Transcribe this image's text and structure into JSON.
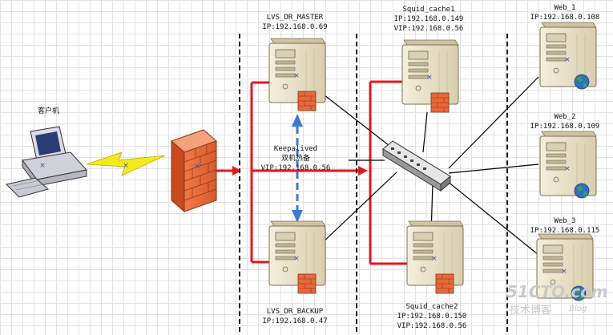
{
  "client": {
    "label": "客户机"
  },
  "lvs_master": {
    "name": "LVS_DR_MASTER",
    "ip": "IP:192.168.0.69"
  },
  "lvs_backup": {
    "name": "LVS_DR_BACKUP",
    "ip": "IP:192.168.0.47"
  },
  "keepalived": {
    "line1": "Keepalived",
    "line2": "双机热备",
    "vip": "VIP:192.168.0.56"
  },
  "squid1": {
    "name": "Squid_cache1",
    "ip": "IP:192.168.0.149",
    "vip": "VIP:192.168.0.56"
  },
  "squid2": {
    "name": "Squid_cache2",
    "ip": "IP:192.168.0.150",
    "vip": "VIP:192.168.0.56"
  },
  "web1": {
    "name": "Web_1",
    "ip": "IP:192.168.0.108"
  },
  "web2": {
    "name": "Web_2",
    "ip": "IP:192.168.0.109"
  },
  "web3": {
    "name": "Web_3",
    "ip": "IP:192.168.0.115"
  },
  "watermark": {
    "main": "51CTO.com",
    "sub": "技术博客",
    "blog": "Blog"
  },
  "colors": {
    "red": "#e8141b",
    "black": "#000000",
    "blue": "#3c7bd2",
    "firewall": "#e8683a",
    "server_body": "#efe8cf",
    "lightning": "#f2ec1f"
  }
}
